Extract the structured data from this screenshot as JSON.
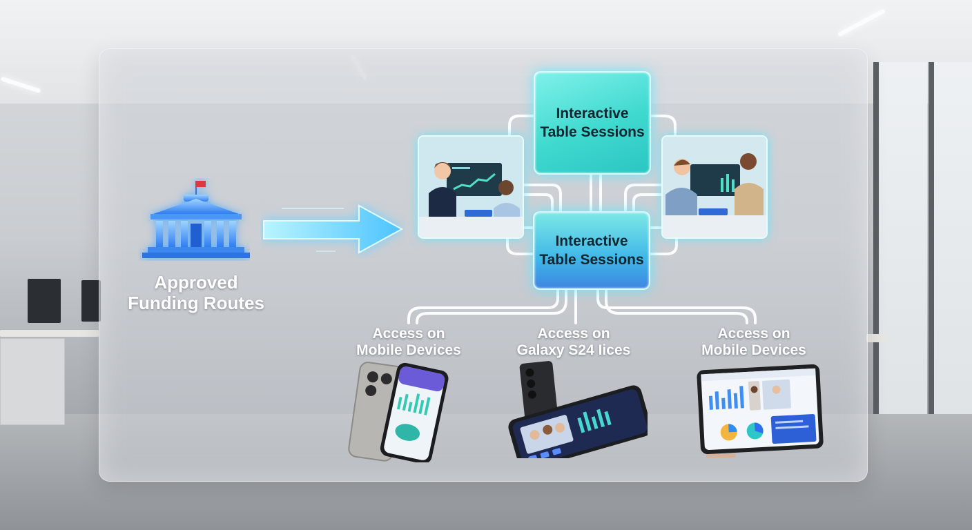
{
  "funding": {
    "label_line1": "Approved",
    "label_line2": "Funding Routes",
    "icon": "government-building-icon"
  },
  "sessions": [
    {
      "line1": "Interactive",
      "line2": "Table Sessions"
    },
    {
      "line1": "Interactive",
      "line2": "Table Sessions"
    }
  ],
  "access": [
    {
      "line1": "Access on",
      "line2": "Mobile Devices",
      "device": "smartphone"
    },
    {
      "line1": "Access on",
      "line2": "Galaxy S24 Iices",
      "device": "galaxy-phone"
    },
    {
      "line1": "Access on",
      "line2": "Mobile Devices",
      "device": "tablet"
    }
  ],
  "colors": {
    "accent_cyan": "#5fe6f2",
    "accent_blue": "#3e86e2",
    "session_teal": "#3fd9cf",
    "label_white": "#ffffff"
  }
}
